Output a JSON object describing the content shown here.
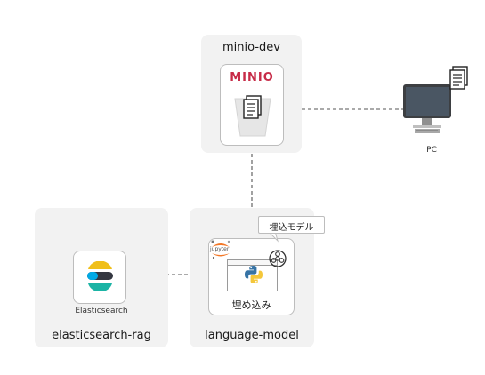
{
  "groups": {
    "minio": {
      "title": "minio-dev",
      "logo": "MINIO"
    },
    "rag": {
      "title": "elasticsearch-rag",
      "service_label": "Elasticsearch"
    },
    "lm": {
      "title": "language-model",
      "card_label": "埋め込み",
      "callout": "埋込モデル",
      "jupyter": "jupyter"
    }
  },
  "pc": {
    "label": "PC"
  },
  "icons": [
    "document-icon",
    "bucket-icon",
    "monitor-icon",
    "elasticsearch-icon",
    "jupyter-icon",
    "python-icon",
    "model-icon"
  ],
  "colors": {
    "minio_red": "#c72c48",
    "python_blue": "#3673a5",
    "python_yellow": "#f4c73b",
    "jupyter_orange": "#f37726",
    "es_yellow": "#f0bf1a",
    "es_teal": "#1bb4a5"
  }
}
